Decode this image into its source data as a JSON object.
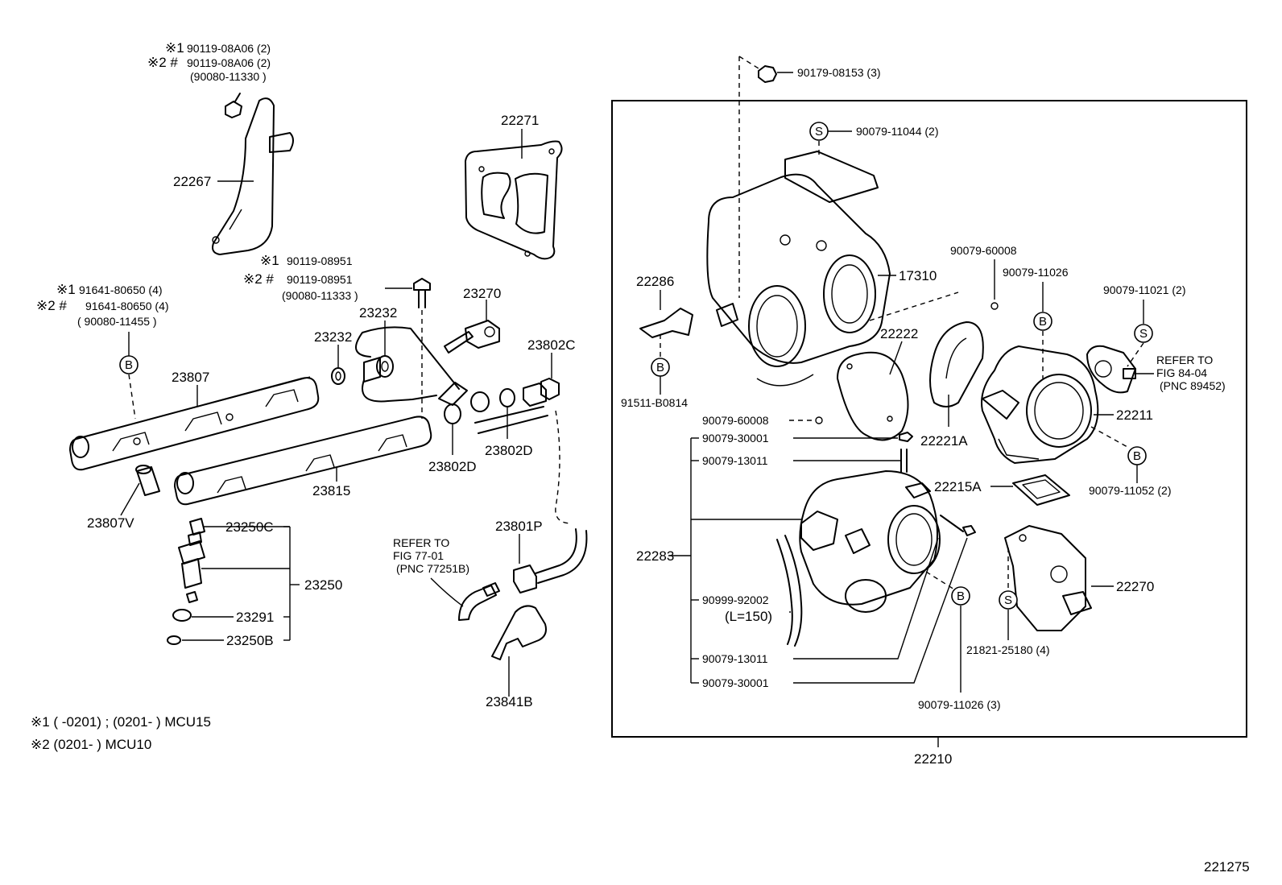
{
  "labels": {
    "l22267": "22267",
    "l22271": "22271",
    "l23807": "23807",
    "l23807v": "23807V",
    "l23815": "23815",
    "l23232a": "23232",
    "l23232b": "23232",
    "l23270": "23270",
    "l23802c": "23802C",
    "l23802d1": "23802D",
    "l23802d2": "23802D",
    "l23250c": "23250C",
    "l23250": "23250",
    "l23291": "23291",
    "l23250b": "23250B",
    "l23801p": "23801P",
    "l23841b": "23841B",
    "l22286": "22286",
    "l17310": "17310",
    "l22222": "22222",
    "l22221a": "22221A",
    "l22211": "22211",
    "l22215a": "22215A",
    "l22270": "22270",
    "l22283": "22283",
    "l22210": "22210",
    "l91511": "91511-B0814",
    "l900791": "90079-60008",
    "l900792": "90079-60008",
    "l90079_11026": "90079-11026",
    "l90079_11021": "90079-11021 (2)",
    "l90079_11052": "90079-11052 (2)",
    "l90079_11044": "90079-11044 (2)",
    "l90179": "90179-08153 (3)",
    "l30001a": "90079-30001",
    "l13011a": "90079-13011",
    "l92002": "90999-92002",
    "l150": "(L=150)",
    "l13011b": "90079-13011",
    "l30001b": "90079-30001",
    "l11026b": "90079-11026 (3)",
    "l21821": "21821-25180 (4)",
    "diag_num": "221275"
  },
  "notes": {
    "top_a1": "※1",
    "top_a1v": "90119-08A06 (2)",
    "top_a2": "※2 #",
    "top_a2v": "90119-08A06 (2)",
    "top_a3": "(90080-11330 )",
    "mid_b1": "※1",
    "mid_b1v": "90119-08951",
    "mid_b2": "※2 #",
    "mid_b2v": "90119-08951",
    "mid_b3": "(90080-11333 )",
    "left_c1": "※1",
    "left_c1v": "91641-80650 (4)",
    "left_c2": "※2 #",
    "left_c2v": "91641-80650 (4)",
    "left_c3": "( 90080-11455 )",
    "foot1": "※1 (       -0201) ; (0201-       ) MCU15",
    "foot2": "※2 (0201-       ) MCU10"
  },
  "refers": {
    "r1a": "REFER TO",
    "r1b": "FIG 77-01",
    "r1c": "(PNC 77251B)",
    "r2a": "REFER TO",
    "r2b": "FIG 84-04",
    "r2c": "(PNC 89452)"
  },
  "markers": {
    "b": "B",
    "s": "S"
  }
}
